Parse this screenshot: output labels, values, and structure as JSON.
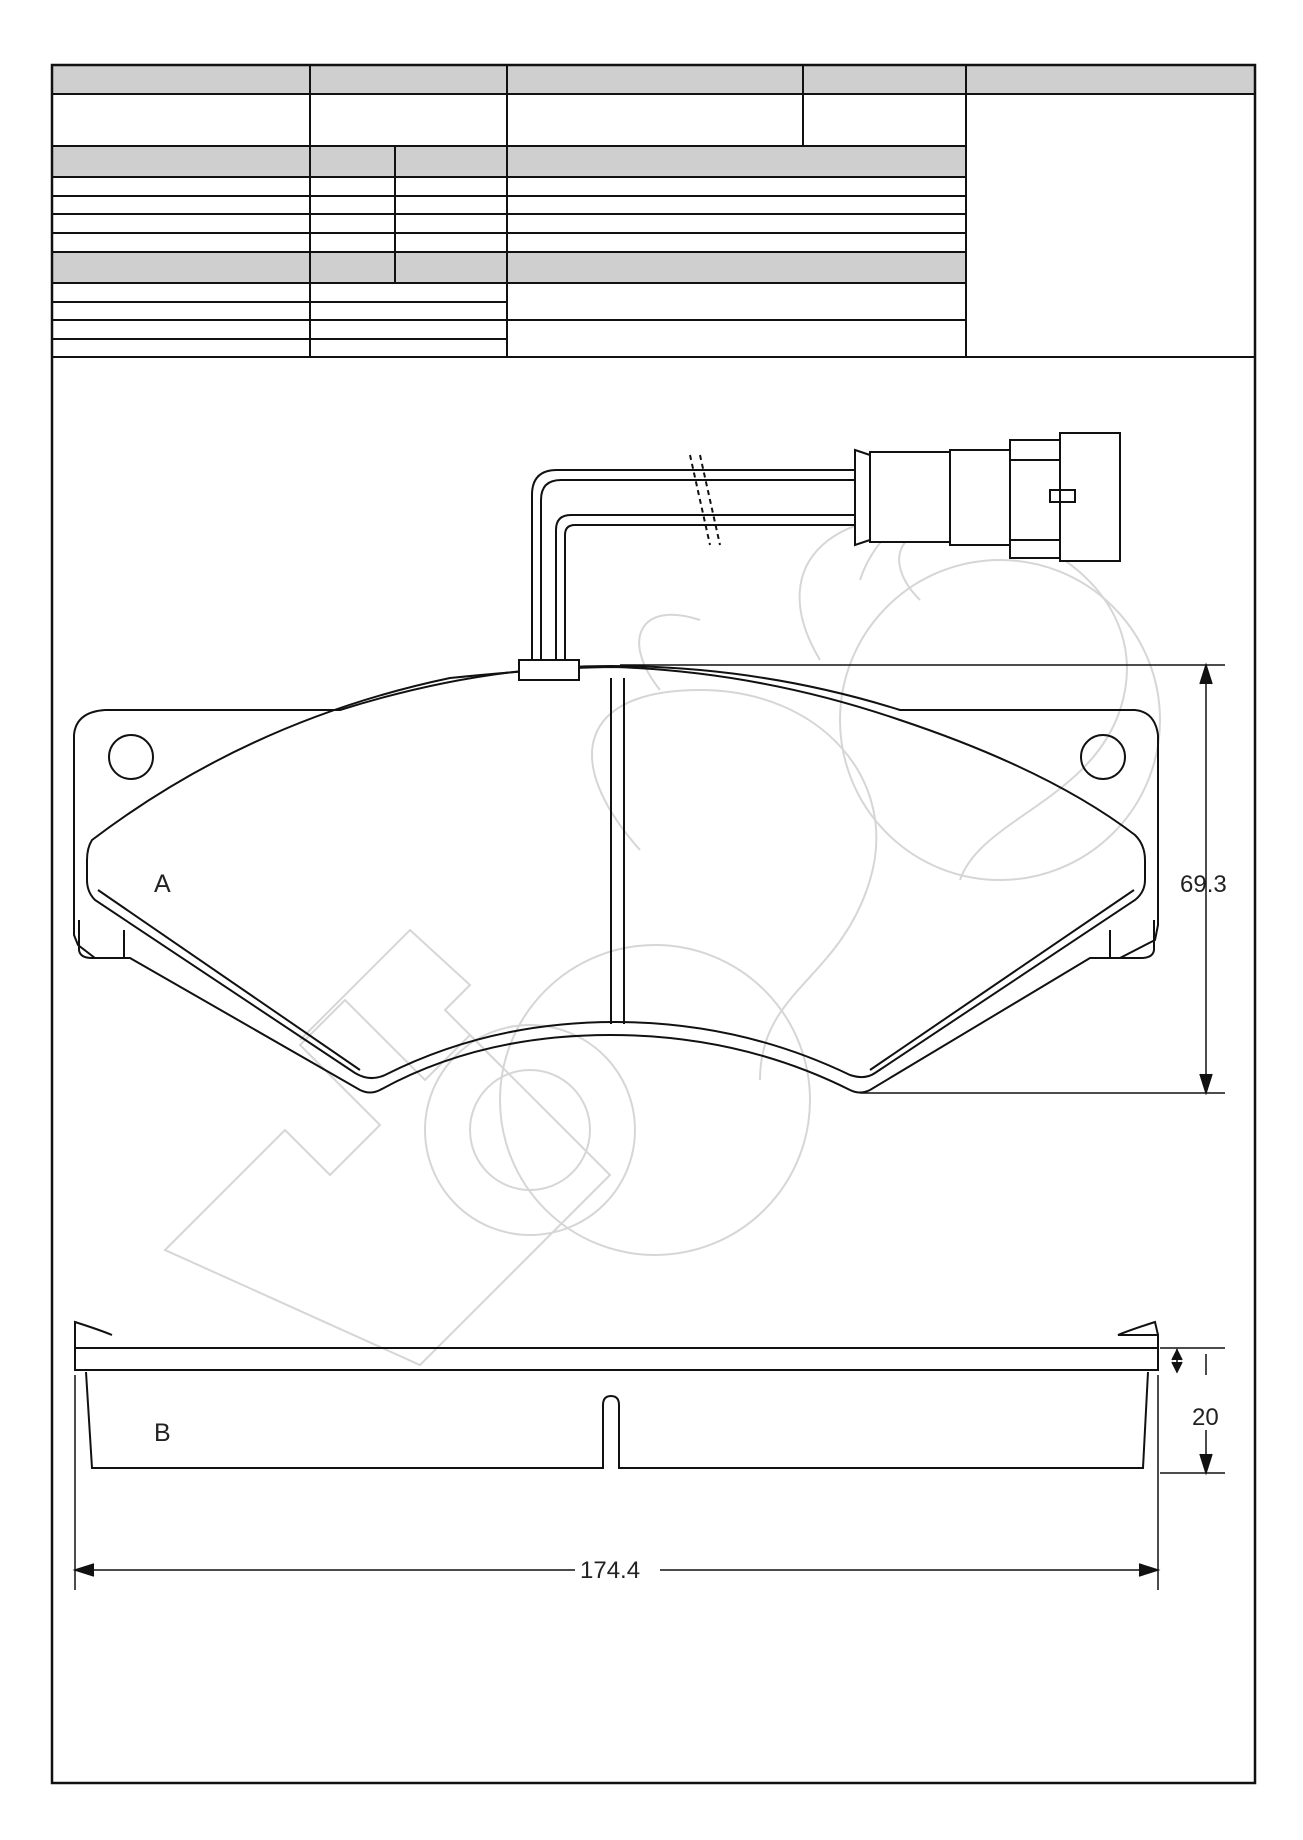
{
  "drawing": {
    "view_a_label": "A",
    "view_b_label": "B",
    "dimensions": {
      "height": "69.3",
      "thickness": "20",
      "width": "174.4"
    }
  },
  "colors": {
    "line": "#111111",
    "header_fill": "#cfcfcf",
    "watermark": "#d6d6d6"
  }
}
